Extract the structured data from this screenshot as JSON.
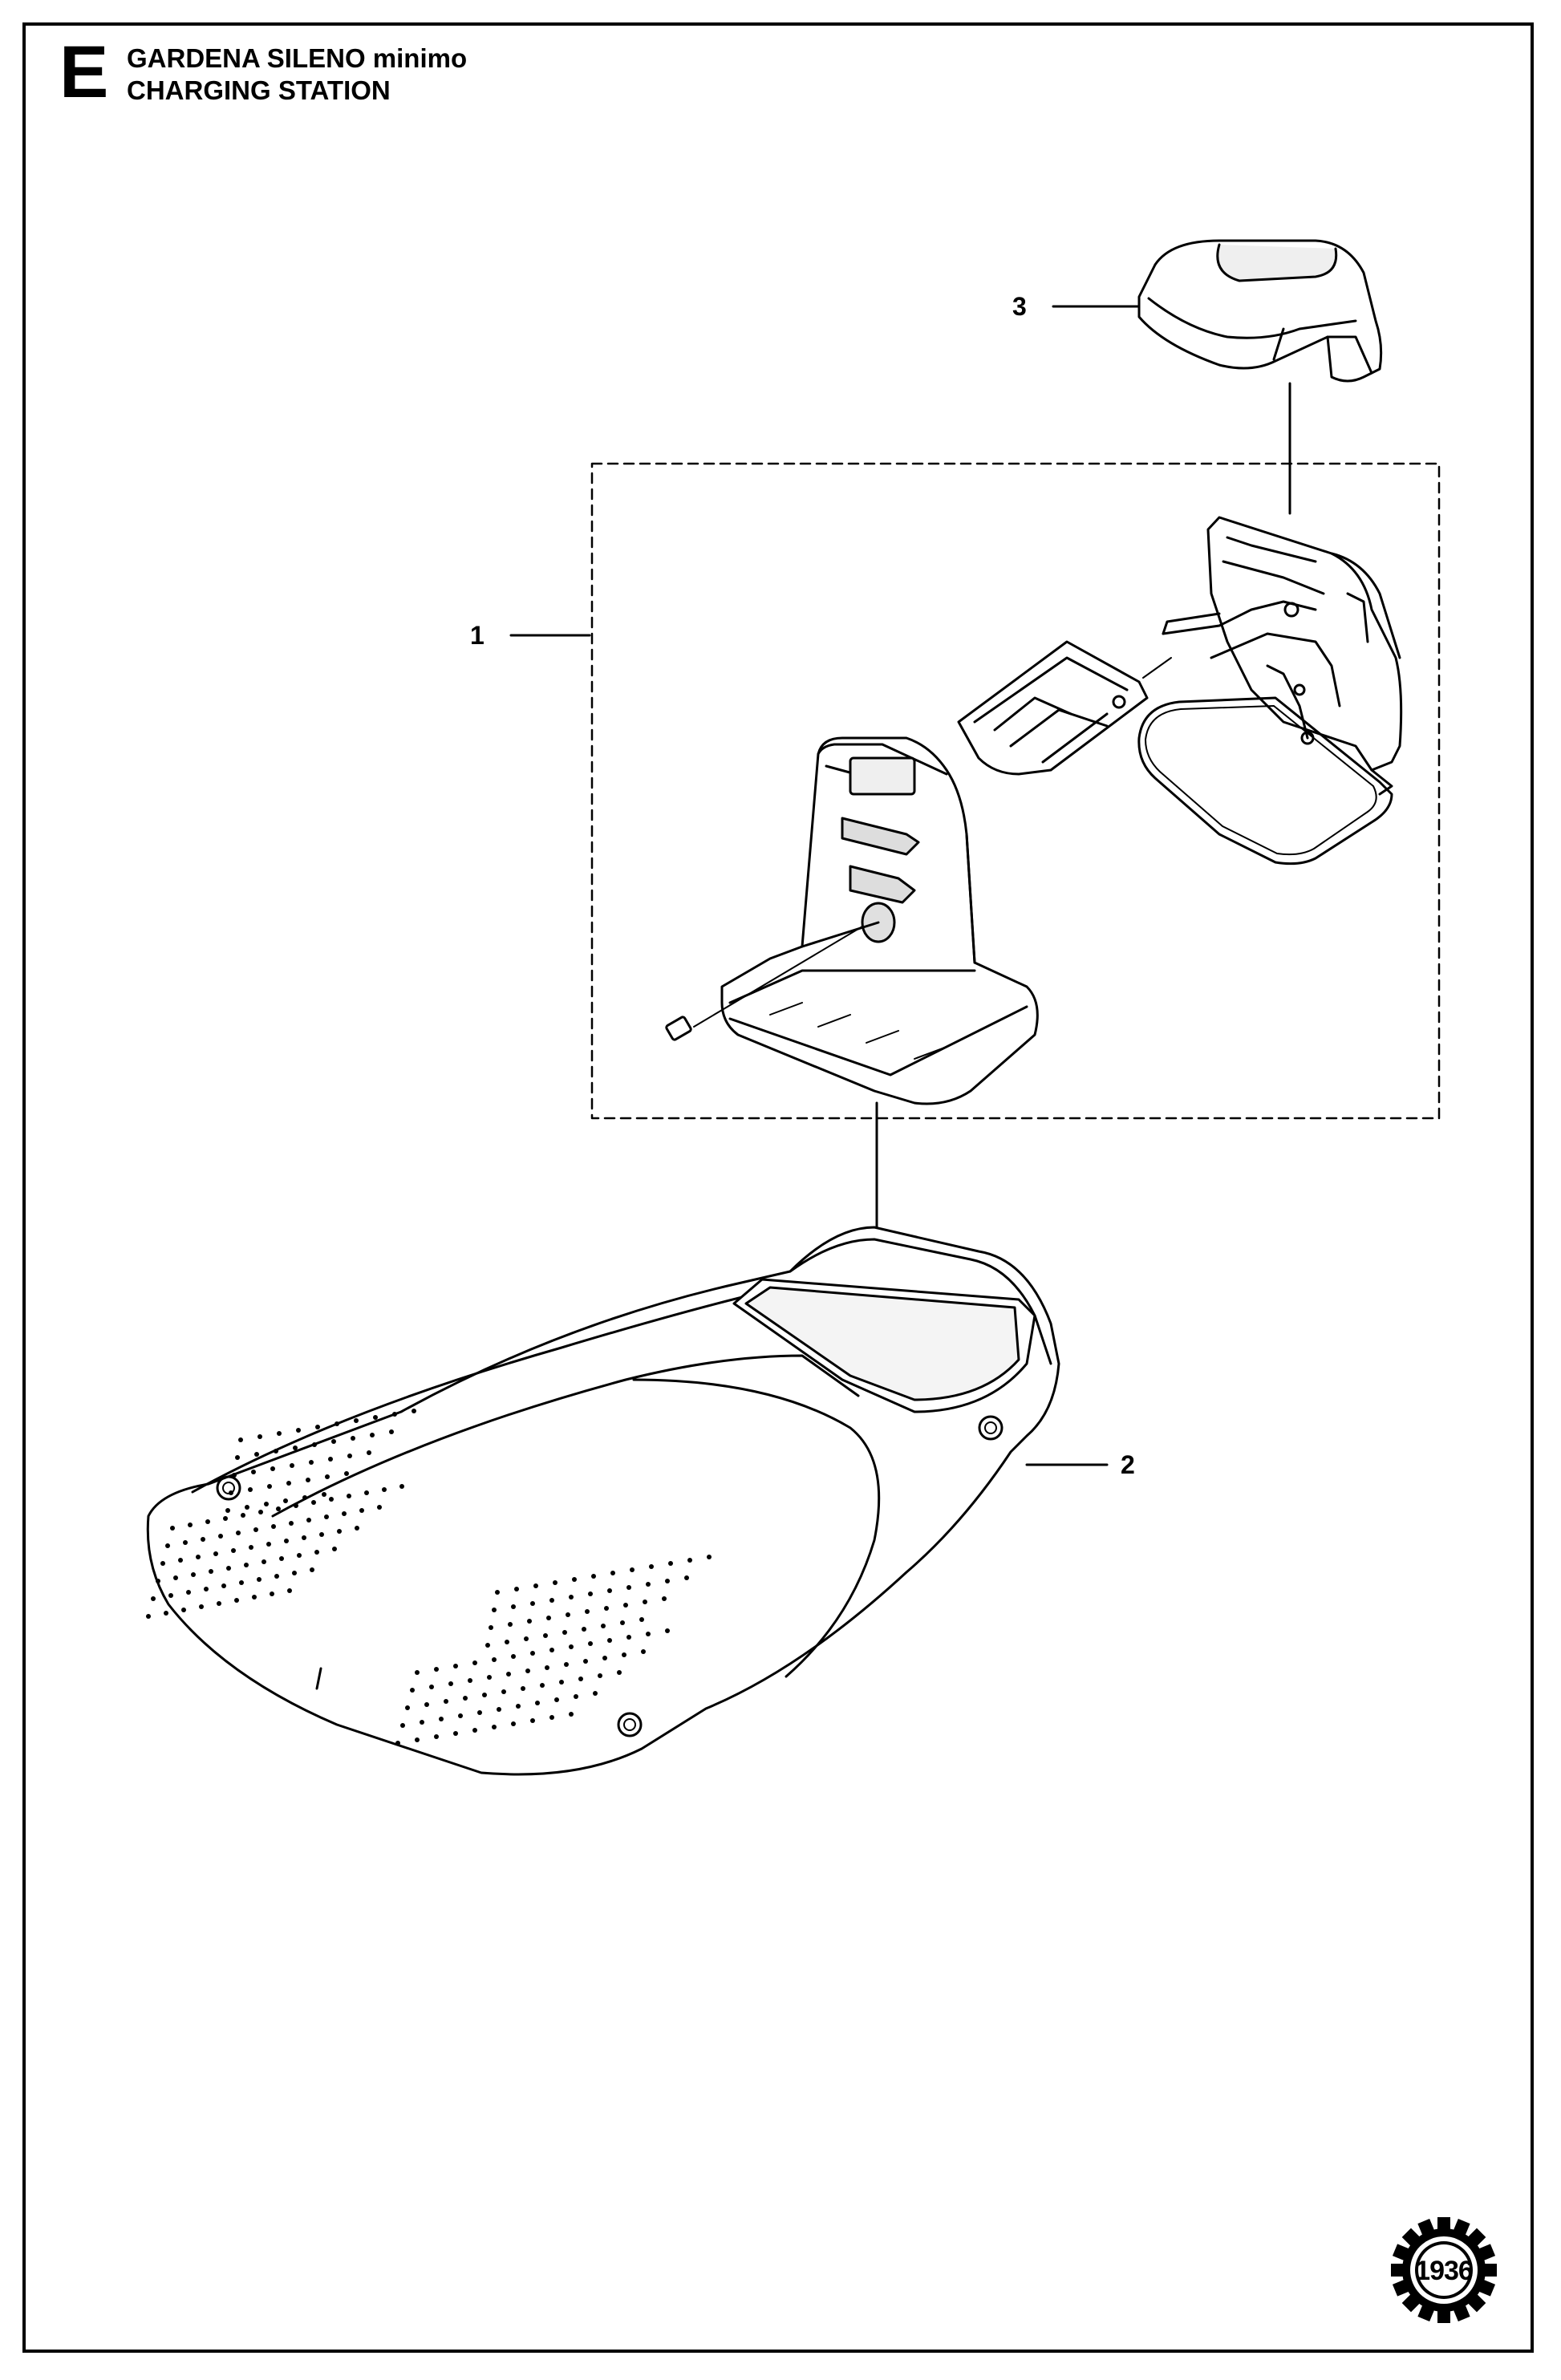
{
  "header": {
    "section_letter": "E",
    "title_line1": "GARDENA SILENO minimo",
    "title_line2": "CHARGING STATION"
  },
  "callouts": [
    {
      "id": "1",
      "label": "1"
    },
    {
      "id": "2",
      "label": "2"
    },
    {
      "id": "3",
      "label": "3"
    }
  ],
  "logo": {
    "text": "1936",
    "icon": "gear-logo-icon"
  },
  "colors": {
    "ink": "#000000",
    "paper": "#ffffff",
    "shade": "#e8e8e8"
  }
}
